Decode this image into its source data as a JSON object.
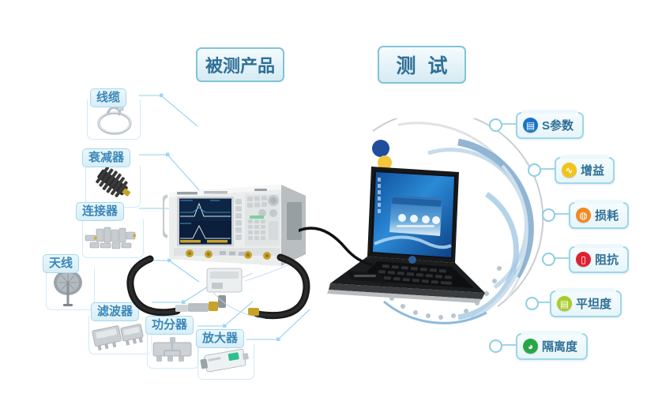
{
  "page": {
    "background": "#ffffff",
    "accent_blue": "#3a86b8",
    "border_blue": "#9fd6e8",
    "title_color": "#2f6f96"
  },
  "headers": [
    {
      "id": "dut",
      "label": "被测产品"
    },
    {
      "id": "test",
      "label": "测 试"
    }
  ],
  "components": [
    {
      "id": "cable",
      "label": "线缆",
      "icon": "coax-cable-coil"
    },
    {
      "id": "attenuator",
      "label": "衰减器",
      "icon": "finned-attenuator"
    },
    {
      "id": "connector",
      "label": "连接器",
      "icon": "rf-connectors-group"
    },
    {
      "id": "antenna",
      "label": "天线",
      "icon": "parabolic-dish-antenna"
    },
    {
      "id": "filter",
      "label": "滤波器",
      "icon": "cavity-filter-pair"
    },
    {
      "id": "divider",
      "label": "功分器",
      "icon": "power-divider"
    },
    {
      "id": "amplifier",
      "label": "放大器",
      "icon": "rf-amplifier-box"
    }
  ],
  "instrument": {
    "name": "vector-network-analyzer",
    "display_traces": 2,
    "screen_color": "#0d2342"
  },
  "laptop": {
    "name": "laptop-computer",
    "screen_color": "#1b6fc4",
    "marker_dots": [
      "#1f4e9c",
      "#f2c53d"
    ]
  },
  "features": [
    {
      "id": "s-param",
      "label": "S参数",
      "icon": "document-icon",
      "color": "#1a73c4"
    },
    {
      "id": "gain",
      "label": "增益",
      "icon": "wave-icon",
      "color": "#f0c419"
    },
    {
      "id": "loss",
      "label": "损耗",
      "icon": "droplet-icon",
      "color": "#f08a24"
    },
    {
      "id": "impedance",
      "label": "阻抗",
      "icon": "resistor-icon",
      "color": "#dd2233"
    },
    {
      "id": "flatness",
      "label": "平坦度",
      "icon": "levels-icon",
      "color": "#a8cc2a"
    },
    {
      "id": "isolation",
      "label": "隔离度",
      "icon": "clock-icon",
      "color": "#28a745"
    }
  ]
}
